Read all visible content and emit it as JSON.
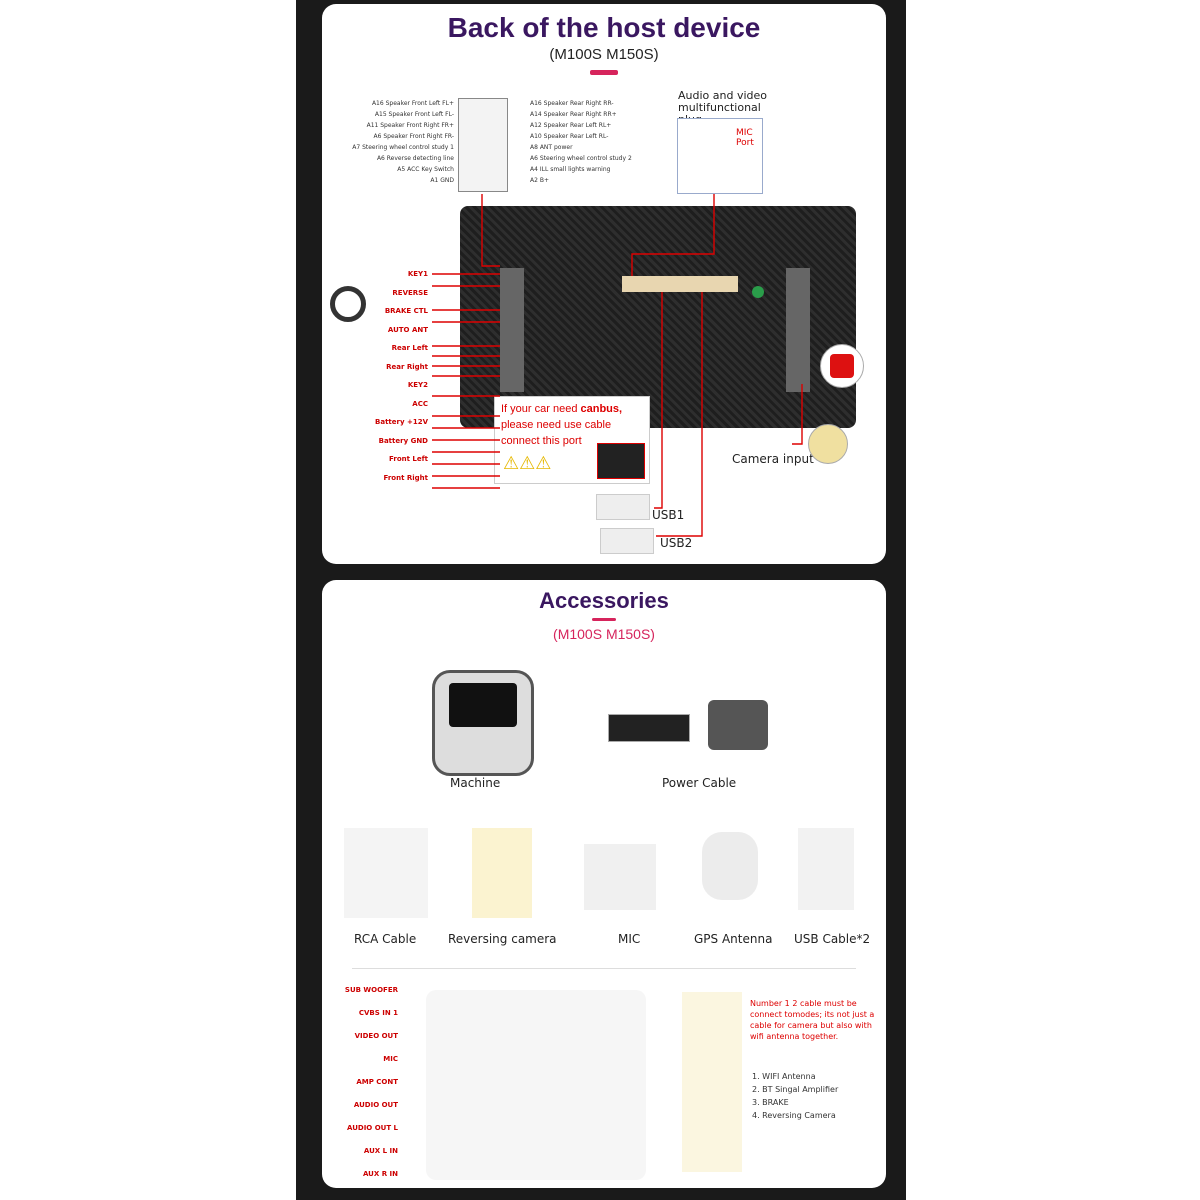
{
  "top": {
    "title": "Back of the host device",
    "models": "(M100S  M150S)",
    "left_pins": [
      "A16 Speaker Front Left FL+",
      "A15 Speaker Front Left FL-",
      "A11 Speaker Front Right FR+",
      "A6 Speaker Front Right FR-",
      "A7 Steering wheel control study 1",
      "A6 Reverse detecting line",
      "A5 ACC Key Switch",
      "A1 GND"
    ],
    "right_pins": [
      "A16 Speaker Rear Right RR-",
      "A14 Speaker Rear Right RR+",
      "A12 Speaker Rear Left RL+",
      "A10 Speaker Rear Left RL-",
      "A8 ANT power",
      "A6 Steering wheel control study 2",
      "A4 ILL small lights warning",
      "A2 B+"
    ],
    "av_plug": "Audio and video multifunctional plug",
    "mic_port": "MIC Port",
    "side_labels": [
      "KEY1",
      "REVERSE",
      "BRAKE CTL",
      "AUTO ANT",
      "Rear Left",
      "Rear Right",
      "KEY2",
      "ACC",
      "Battery +12V",
      "Battery GND",
      "Front Left",
      "Front Right"
    ],
    "canbus_note": {
      "line1": "If your car need ",
      "line1_bold": "canbus,",
      "line2": "please need use cable",
      "line3": "connect this port"
    },
    "camera_input": "Camera input",
    "usb1": "USB1",
    "usb2": "USB2"
  },
  "bottom": {
    "title": "Accessories",
    "models": "(M100S M150S)",
    "items_row1": [
      "Machine",
      "Power Cable"
    ],
    "items_row2": [
      "RCA Cable",
      "Reversing  camera",
      "MIC",
      "GPS Antenna",
      "USB Cable*2"
    ],
    "rca_labels": [
      "SUB WOOFER",
      "CVBS IN 1",
      "VIDEO OUT",
      "MIC",
      "AMP CONT",
      "AUDIO OUT",
      "AUDIO OUT L",
      "AUX L IN",
      "AUX R IN"
    ],
    "camera_note": "Number 1 2 cable must be connect tomodes; its not just a cable for camera but also with wifi antenna together.",
    "camera_list": [
      "1. WIFI Antenna",
      "2. BT Singal Amplifier",
      "3. BRAKE",
      "4. Reversing Camera"
    ]
  },
  "colors": {
    "accent": "#d6245c",
    "title": "#3a1760",
    "frame": "#1a1a1a"
  }
}
